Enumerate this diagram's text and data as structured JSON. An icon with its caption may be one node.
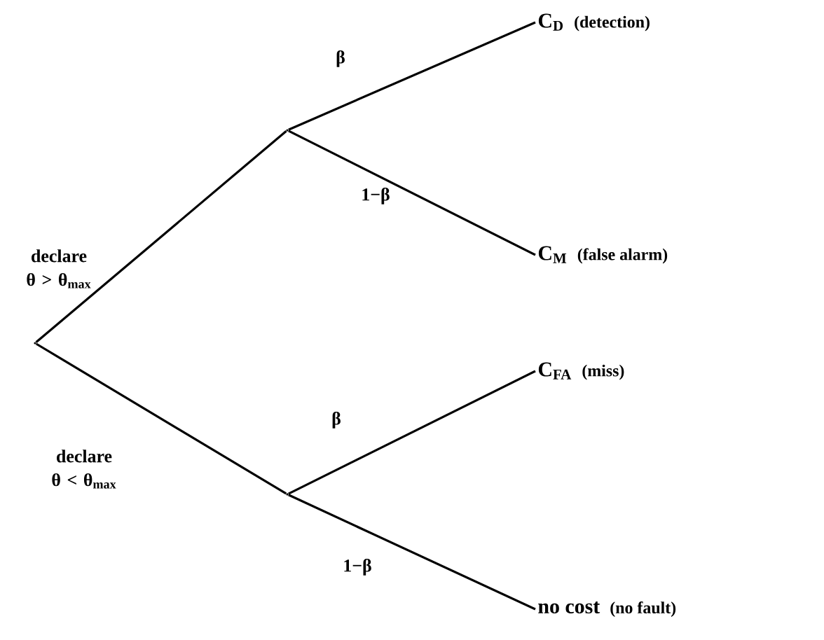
{
  "diagram": {
    "nodes": [
      {
        "text": [],
        "shape": "point"
      },
      {
        "text": [],
        "shape": "point"
      },
      {
        "text": [],
        "shape": "point"
      },
      {
        "text": [
          "C$_{D}$",
          "(detection)"
        ]
      },
      {
        "text": [
          "C$_{M}$",
          "(false alarm)"
        ]
      },
      {
        "text": [
          "C$_{FA}$",
          "(miss)"
        ]
      },
      {
        "text": [
          "no cost",
          "(no fault)"
        ]
      }
    ],
    "edges": [
      {
        "from": 0,
        "to": 1,
        "arrow": "none",
        "label": "declare θ > θ$_{max}$"
      },
      {
        "from": 0,
        "to": 2,
        "arrow": "none",
        "label": "declare θ < θ$_{max}$"
      },
      {
        "from": 1,
        "to": 3,
        "arrow": "none",
        "label": "β"
      },
      {
        "from": 1,
        "to": 4,
        "arrow": "none",
        "label": "1−β"
      },
      {
        "from": 2,
        "to": 5,
        "arrow": "none",
        "label": "β"
      },
      {
        "from": 2,
        "to": 6,
        "arrow": "none",
        "label": "1−β"
      }
    ]
  }
}
